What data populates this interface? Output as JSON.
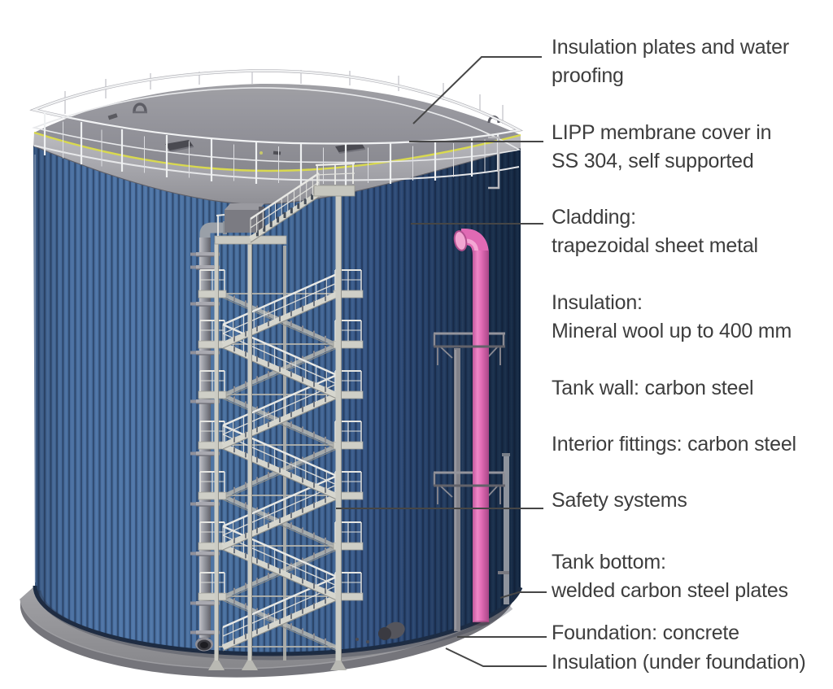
{
  "diagram": {
    "type": "annotated-illustration",
    "subject": "Insulated LIPP storage tank with external staircase and component callouts",
    "labels": [
      {
        "id": "insulation-plates",
        "lines": [
          "Insulation plates and water",
          "proofing"
        ],
        "leader": true
      },
      {
        "id": "membrane-cover",
        "lines": [
          "LIPP membrane cover in",
          "SS 304, self supported"
        ],
        "leader": true
      },
      {
        "id": "cladding",
        "lines": [
          "Cladding:",
          "trapezoidal sheet metal"
        ],
        "leader": true
      },
      {
        "id": "insulation",
        "lines": [
          "Insulation:",
          "Mineral wool up to 400 mm"
        ],
        "leader": false
      },
      {
        "id": "tank-wall",
        "lines": [
          "Tank wall: carbon steel"
        ],
        "leader": false
      },
      {
        "id": "interior-fittings",
        "lines": [
          "Interior fittings: carbon steel"
        ],
        "leader": false
      },
      {
        "id": "safety-systems",
        "lines": [
          "Safety systems"
        ],
        "leader": true
      },
      {
        "id": "tank-bottom",
        "lines": [
          "Tank bottom:",
          "welded carbon steel plates"
        ],
        "leader": true
      },
      {
        "id": "foundation",
        "lines": [
          "Foundation: concrete"
        ],
        "leader": true
      },
      {
        "id": "insulation-under-foundation",
        "lines": [
          "Insulation (under foundation)"
        ],
        "leader": true
      }
    ]
  },
  "colors": {
    "background": "#ffffff",
    "label_text": "#3d3d3d",
    "leader_line": "#464646",
    "tank_blue": "#44699a",
    "tank_blue_light": "#4f76a8",
    "tank_blue_dark": "#223c5c",
    "roof_gray": "#8e8e94",
    "rim_silver": "#b2b2b7",
    "trim_yellow": "#d9d94f",
    "railing_white": "#ecedee",
    "stair_gray": "#d5d5cd",
    "pipe_pink": "#e06ab4",
    "pipe_gray": "#9a9aa1",
    "foundation_gray": "#909094"
  }
}
